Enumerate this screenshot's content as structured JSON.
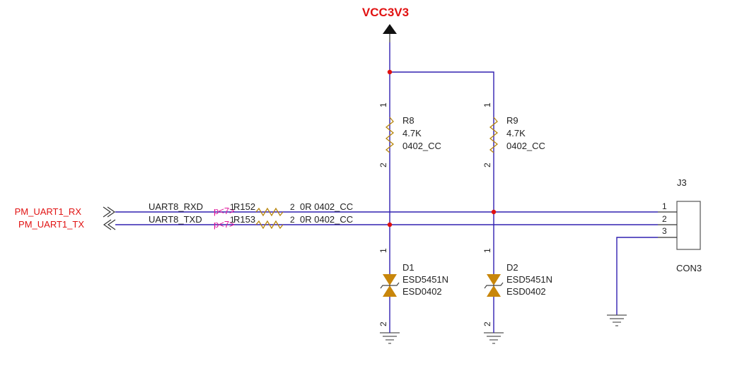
{
  "power": {
    "label": "VCC3V3"
  },
  "nets": {
    "rx_port": "PM_UART1_RX",
    "tx_port": "PM_UART1_TX",
    "rxd": "UART8_RXD",
    "txd": "UART8_TXD",
    "rx_page": "p<7>",
    "tx_page": "p<7>"
  },
  "resistors": {
    "r152": {
      "pin1": "1",
      "ref": "R152",
      "pin2": "2",
      "value": "0R 0402_CC"
    },
    "r153": {
      "pin1": "1",
      "ref": "R153",
      "pin2": "2",
      "value": "0R 0402_CC"
    },
    "r8": {
      "ref": "R8",
      "value": "4.7K",
      "footprint": "0402_CC",
      "pin1": "1",
      "pin2": "2"
    },
    "r9": {
      "ref": "R9",
      "value": "4.7K",
      "footprint": "0402_CC",
      "pin1": "1",
      "pin2": "2"
    }
  },
  "diodes": {
    "d1": {
      "ref": "D1",
      "part": "ESD5451N",
      "footprint": "ESD0402",
      "pin1": "1",
      "pin2": "2"
    },
    "d2": {
      "ref": "D2",
      "part": "ESD5451N",
      "footprint": "ESD0402",
      "pin1": "1",
      "pin2": "2"
    }
  },
  "connector": {
    "ref": "J3",
    "value": "CON3",
    "pins": [
      "1",
      "2",
      "3"
    ]
  },
  "colors": {
    "wire": "#3020b0",
    "net_label": "#e11212",
    "component": "#b8860b",
    "page_ref": "#e0149a",
    "junction": "#e01010"
  }
}
